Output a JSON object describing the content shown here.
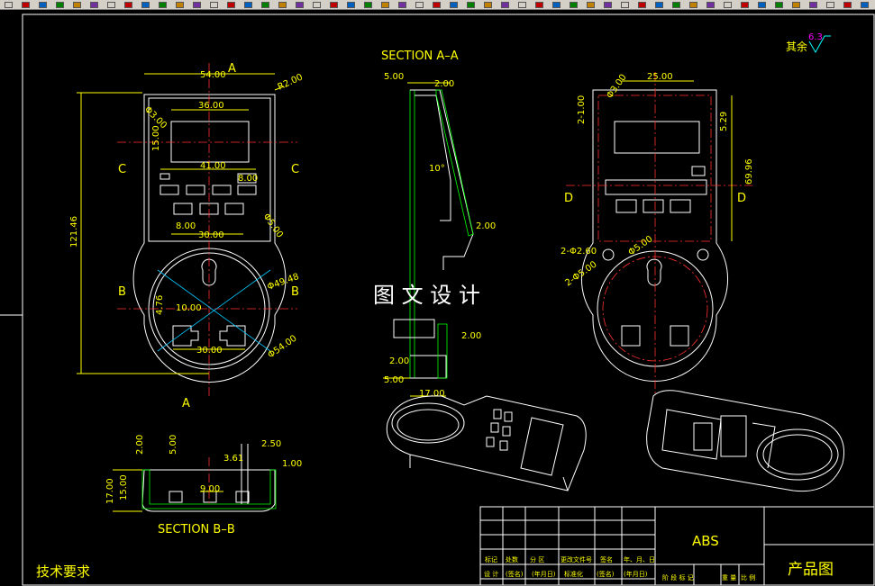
{
  "toolbar": {
    "icon_count": 82,
    "colors": [
      "#d4d0c8",
      "#c00000",
      "#0060c0",
      "#008000",
      "#c08000",
      "#7030a0"
    ]
  },
  "drawing": {
    "section_aa": "SECTION A–A",
    "section_bb": "SECTION B–B",
    "watermark": "图 文 设 计",
    "roughness_label": "其余",
    "roughness_value": "6.3",
    "tech_requirements": "技术要求",
    "cut_labels": {
      "a_top": "A",
      "a_bottom": "A",
      "c_left": "C",
      "c_right": "C",
      "b_left": "B",
      "b_right": "B",
      "d_left": "D",
      "d_right": "D"
    },
    "front_dims": [
      "54.00",
      "36.00",
      "41.00",
      "8.00",
      "8.00",
      "30.00",
      "30.00",
      "10.00",
      "4.76",
      "121.46",
      "15.00",
      "R2.00",
      "Φ3.00",
      "Φ49.48",
      "Φ54.00",
      "Φ5.00"
    ],
    "aa_dims": [
      "5.00",
      "2.00",
      "10°",
      "2.00",
      "2.00",
      "2.00",
      "5.00",
      "17.00"
    ],
    "back_dims": [
      "25.00",
      "Φ3.00",
      "2-1.00",
      "5.29",
      "69.96",
      "2-Φ2.60",
      "2-Φ5.00",
      "Φ5.00"
    ],
    "bb_dims": [
      "2.00",
      "5.00",
      "2.50",
      "3.61",
      "1.00",
      "17.00",
      "15.00",
      "9.00"
    ]
  },
  "title_block": {
    "material": "ABS",
    "drawing_name": "产品图",
    "row1": [
      "标记",
      "处数",
      "分 区",
      "更改文件号",
      "签名",
      "年、月、日"
    ],
    "row2": [
      "设 计",
      "(签名)",
      "(年月日)",
      "标准化",
      "(签名)",
      "(年月日)"
    ],
    "right_labels": [
      "阶 段 标 记",
      "重 量",
      "比 例"
    ]
  },
  "colors": {
    "line": "#ffffff",
    "dimension": "#ffff00",
    "hatch": "#00ff00",
    "center": "#ff3030",
    "background": "#000000",
    "roughness": "#ff00ff"
  }
}
